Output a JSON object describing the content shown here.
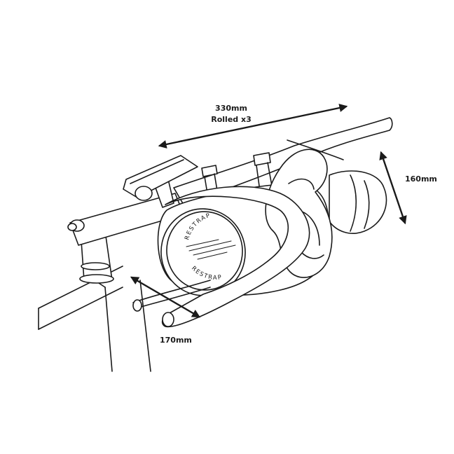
{
  "dimensions": {
    "length": {
      "line1": "330mm",
      "line2": "Rolled x3"
    },
    "height": "160mm",
    "depth": "170mm"
  },
  "brand": {
    "top": "RESTRAP",
    "bottom": "RESTRAP"
  },
  "colors": {
    "line": "#1a1a1a",
    "background": "#ffffff"
  }
}
